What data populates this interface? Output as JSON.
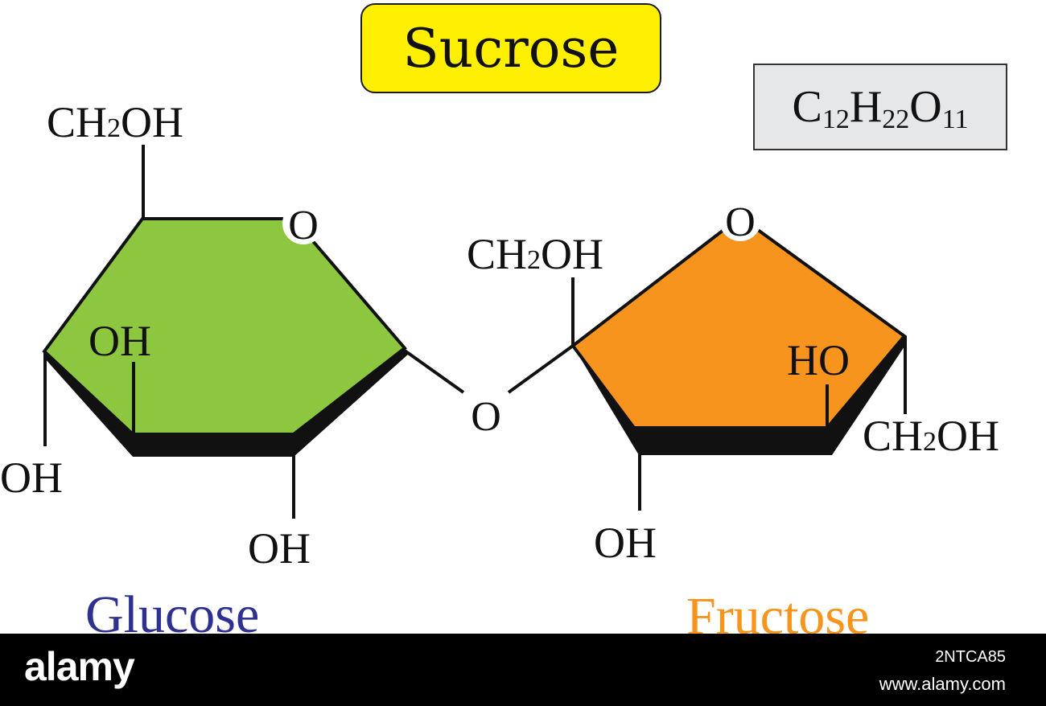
{
  "title": "Sucrose",
  "formula": {
    "elements": [
      {
        "symbol": "C",
        "count": "12"
      },
      {
        "symbol": "H",
        "count": "22"
      },
      {
        "symbol": "O",
        "count": "11"
      }
    ]
  },
  "glucose": {
    "name": "Glucose",
    "name_color": "#2e3192",
    "ring_color": "#8dc63f",
    "ring_oxygen": "O",
    "ch2oh": [
      "CH",
      "2",
      "OH"
    ],
    "oh_upper": "OH",
    "oh_left": "OH",
    "oh_bottom": "OH"
  },
  "bridge_oxygen": "O",
  "fructose": {
    "name": "Fructose",
    "name_color": "#f7941d",
    "ring_color": "#f7941d",
    "ring_oxygen": "O",
    "ch2oh_top": [
      "CH",
      "2",
      "OH"
    ],
    "ho": "HO",
    "ch2oh_right": [
      "CH",
      "2",
      "OH"
    ],
    "oh_bottom": "OH"
  },
  "title_color": "#ffef00",
  "footer": {
    "brand": "alamy",
    "image_id": "2NTCA85",
    "url": "www.alamy.com"
  }
}
